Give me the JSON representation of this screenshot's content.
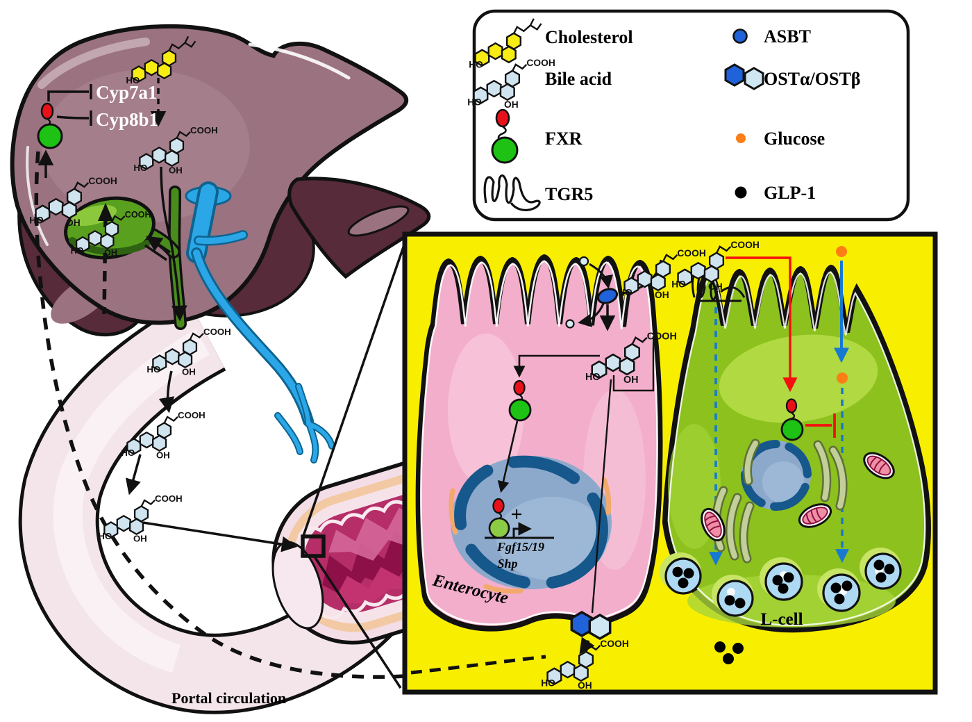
{
  "figure": {
    "kind": "bile-acid-enterohepatic-signaling-diagram"
  },
  "molecule_labels": {
    "cooh": "COOH",
    "ho": "HO",
    "oh": "OH"
  },
  "liver": {
    "cyp7a1_label": "Cyp7a1",
    "cyp8b1_label": "Cyp8b1"
  },
  "portal": {
    "label": "Portal circulation"
  },
  "panel": {
    "enterocyte_label": "Enterocyte",
    "l_cell_label": "L-cell",
    "fgf_gene_label": "Fgf15/19",
    "shp_gene_label": "Shp",
    "plus_label": "+"
  },
  "legend": {
    "left": [
      {
        "icon": "cholesterol-molecule-icon",
        "label": "Cholesterol"
      },
      {
        "icon": "bile-acid-molecule-icon",
        "label": "Bile acid"
      },
      {
        "icon": "fxr-receptor-icon",
        "label": "FXR"
      },
      {
        "icon": "tgr5-receptor-icon",
        "label": "TGR5"
      }
    ],
    "right": [
      {
        "icon": "asbt-transporter-icon",
        "label": "ASBT"
      },
      {
        "icon": "ost-transporter-icon",
        "label": "OSTα/OSTβ"
      },
      {
        "icon": "glucose-icon",
        "label": "Glucose"
      },
      {
        "icon": "glp1-icon",
        "label": "GLP-1"
      }
    ]
  },
  "colors": {
    "background": "#ffffff",
    "panel_yellow": "#f8ef00",
    "enterocyte_pink": "#f2aecb",
    "enterocyte_light": "#f7c6da",
    "lcell_green": "#8cc11e",
    "lcell_light": "#b4dc46",
    "nucleus_blue": "#8ca9cc",
    "nucleus_ring": "#16578c",
    "vesicle_blue": "#aed9f2",
    "bile_acid_blue": "#cfe4ef",
    "cholesterol_yellow": "#f7ec13",
    "fxr_red": "#e8111a",
    "fxr_green": "#1dc214",
    "asbt_blue": "#1f62d9",
    "ost_pale": "#cfe7f2",
    "glucose_orange": "#fd7e14",
    "glp1_black": "#000000",
    "inhibit_red": "#f50f0f",
    "arrow_blue": "#1779d0",
    "liver_mauve": "#9b7280",
    "liver_dark": "#572b3a",
    "gallbladder_green": "#58a01e",
    "duct_green": "#4a8c1c",
    "vessel_blue": "#2ba7e8",
    "intestine_pale": "#f3e5ea",
    "lumen_magenta": "#b52e68",
    "fold_dark": "#8e1048",
    "mito_pink": "#ee8fa6",
    "er_sage": "#c2cf9a"
  }
}
